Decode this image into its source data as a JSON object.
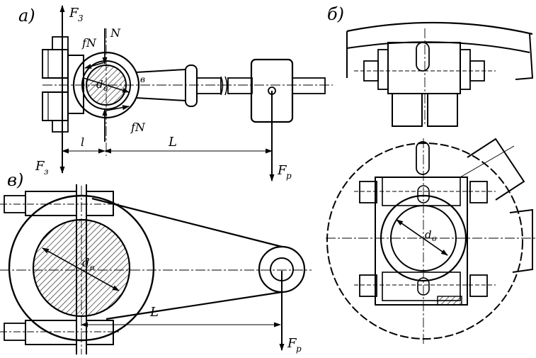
{
  "panels": {
    "a": "а)",
    "b": "б)",
    "v": "в)"
  },
  "labels": {
    "F3_top": "F",
    "F3_top_sub": "3",
    "N": "N",
    "fN_top": "fN",
    "fN_bottom": "fN",
    "d_a": "d",
    "d_a_sub": "в",
    "B": "в",
    "F3_bottom": "F",
    "F3_bottom_sub": "з",
    "l": "l",
    "L_a": "L",
    "Fp_a": "F",
    "Fp_a_sub": "p",
    "d_v": "d",
    "d_v_sub": "в",
    "L_v": "L",
    "Fp_v": "F",
    "Fp_v_sub": "p",
    "d_b": "d",
    "d_b_sub": "в"
  },
  "colors": {
    "ink": "#000000",
    "paper": "#ffffff"
  }
}
